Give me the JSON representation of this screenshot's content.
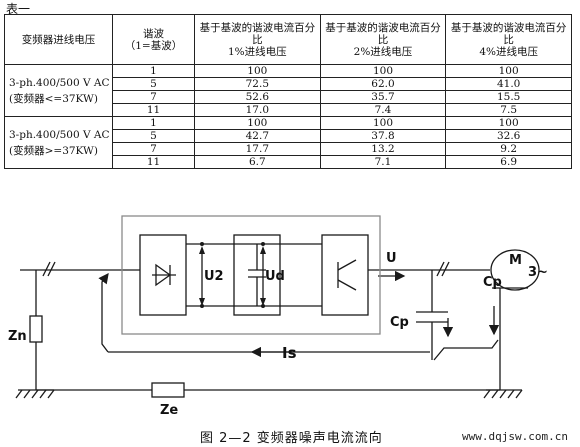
{
  "table": {
    "caption": "表一",
    "headers": [
      "变频器进线电压",
      "谐波\n（1=基波）",
      "基于基波的谐波电流百分比\n1%进线电压",
      "基于基波的谐波电流百分比\n2%进线电压",
      "基于基波的谐波电流百分比\n4%进线电压"
    ],
    "groups": [
      {
        "label": "3-ph.400/500 V AC\n(变频器<=37KW)",
        "rows": [
          [
            "1",
            "100",
            "100",
            "100"
          ],
          [
            "5",
            "72.5",
            "62.0",
            "41.0"
          ],
          [
            "7",
            "52.6",
            "35.7",
            "15.5"
          ],
          [
            "11",
            "17.0",
            "7.4",
            "7.5"
          ]
        ]
      },
      {
        "label": "3-ph.400/500 V AC\n(变频器>=37KW)",
        "rows": [
          [
            "1",
            "100",
            "100",
            "100"
          ],
          [
            "5",
            "42.7",
            "37.8",
            "32.6"
          ],
          [
            "7",
            "17.7",
            "13.2",
            "9.2"
          ],
          [
            "11",
            "6.7",
            "7.1",
            "6.9"
          ]
        ]
      }
    ]
  },
  "diagram": {
    "labels": {
      "u2": "U2",
      "ud": "Ud",
      "u": "U",
      "m": "M",
      "three": "3~",
      "cp_motor": "Cp",
      "cp": "Cp",
      "zn": "Zn",
      "is": "Is",
      "ze": "Ze"
    },
    "colors": {
      "line": "#1a1a1a",
      "frame": "#8a8a8a"
    }
  },
  "figure_caption": "图 2—2  变频器噪声电流流向",
  "watermark": "www.dqjsw.com.cn"
}
